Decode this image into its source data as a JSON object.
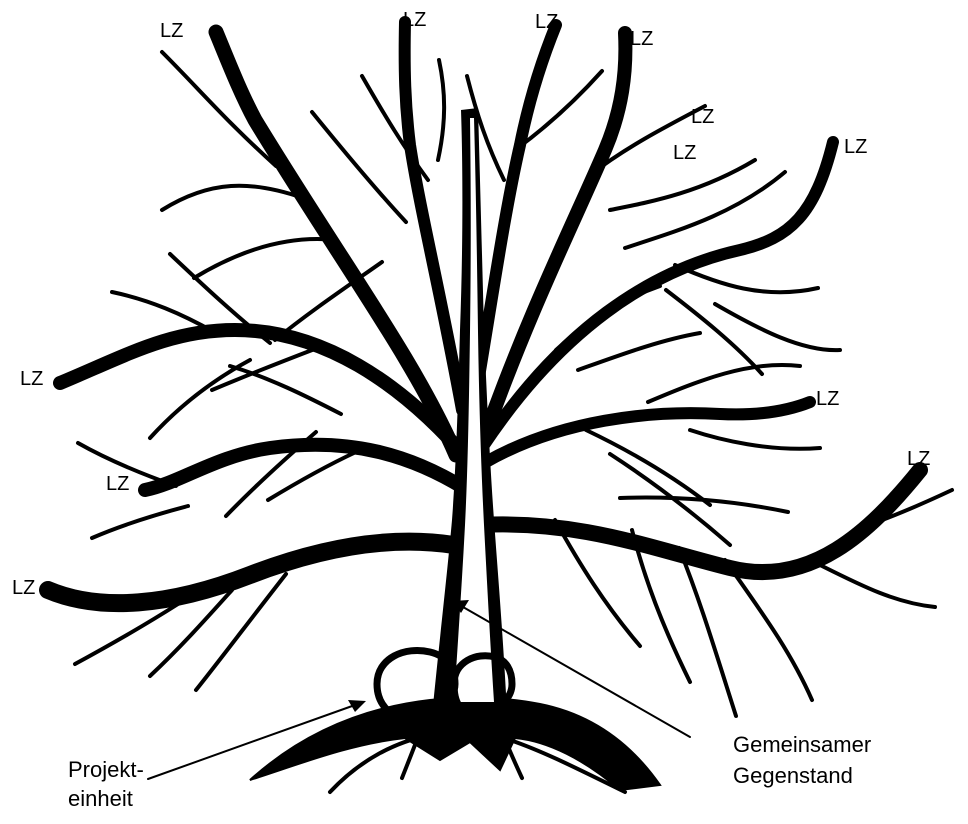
{
  "diagram": {
    "ink_color": "#000000",
    "background_color": "#ffffff",
    "branch_labels": [
      "LZ",
      "LZ",
      "LZ",
      "LZ",
      "LZ",
      "LZ",
      "LZ",
      "LZ",
      "LZ",
      "LZ",
      "LZ",
      "LZ"
    ],
    "callouts": {
      "project_unit": {
        "line1": "Projekt-",
        "line2": "einheit"
      },
      "common_subject": {
        "line1": "Gemeinsamer",
        "line2": "Gegenstand"
      }
    }
  }
}
